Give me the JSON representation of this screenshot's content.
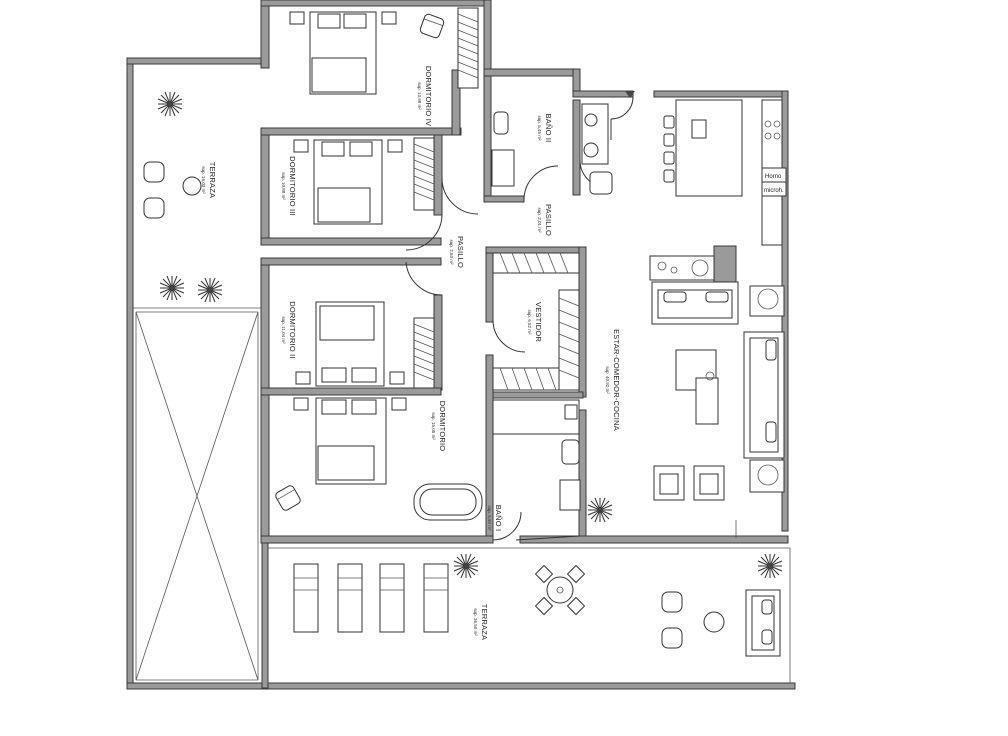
{
  "rooms": {
    "terraza_left": {
      "name": "TERRAZA",
      "area": "sup. 16,03 m²"
    },
    "dorm_iv": {
      "name": "DORMITORIO IV",
      "area": "sup. 13,98 m²"
    },
    "dorm_iii": {
      "name": "DORMITORIO III",
      "area": "sup. 10,88 m²"
    },
    "dorm_ii": {
      "name": "DORMITORIO II",
      "area": "sup. 11,04 m²"
    },
    "dorm_i": {
      "name": "DORMITORIO",
      "area": "sup. 15,05 m²"
    },
    "bano_ii": {
      "name": "BAÑO II",
      "area": "sup. 5,45 m²"
    },
    "bano_i": {
      "name": "BAÑO I",
      "area": "sup. 5,90 m²"
    },
    "pasillo_1": {
      "name": "PASILLO",
      "area": "sup. 2,53 m²"
    },
    "pasillo_2": {
      "name": "PASILLO",
      "area": "sup. 2,01 m²"
    },
    "vestidor": {
      "name": "VESTIDOR",
      "area": "sup. 6,52 m²"
    },
    "estar": {
      "name": "ESTAR-COMEDOR-COCINA",
      "area": "sup. 40,92 m²"
    },
    "terraza_bottom": {
      "name": "TERRAZA",
      "area": "sup. 36,50 m²"
    }
  },
  "kitchen": {
    "oven": "Horno",
    "microwave": "microh."
  },
  "colors": {
    "wall": "#9a9a9a",
    "line": "#333333",
    "background": "#ffffff"
  },
  "icons": [
    "palm-plant-icon",
    "entrance-arrow-icon",
    "bed-icon",
    "armchair-icon",
    "sun-lounger-icon",
    "dining-set-icon",
    "bathtub-icon",
    "sofa-icon"
  ]
}
